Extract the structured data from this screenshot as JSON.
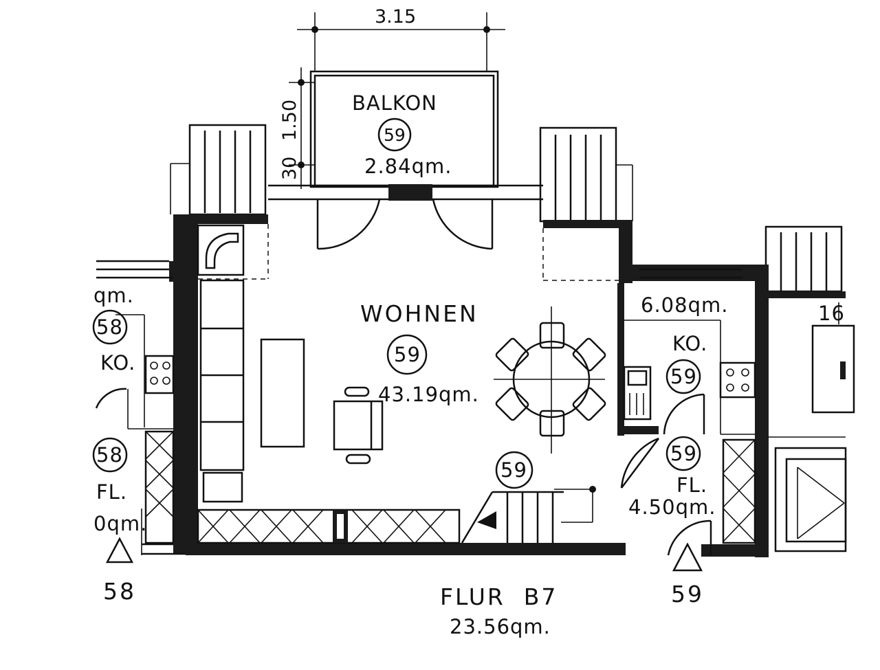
{
  "dimensions": {
    "balcony_width": "3.15",
    "balcony_depth": "1.50",
    "wall_thickness": "30"
  },
  "rooms": {
    "balkon": {
      "name": "BALKON",
      "unit": "59",
      "area": "2.84qm."
    },
    "wohnen": {
      "name": "WOHNEN",
      "unit": "59",
      "area": "43.19qm."
    },
    "kueche": {
      "name": "KO.",
      "unit": "59",
      "area": "6.08qm."
    },
    "flur_small": {
      "name": "FL.",
      "unit": "59",
      "area": "4.50qm."
    },
    "stair_unit": "59",
    "left_unit": {
      "area": "qm.",
      "unit": "58",
      "kitchen": "KO.",
      "unit2": "58",
      "flur": "FL.",
      "flur_area": "0qm."
    },
    "right_unit": {
      "area": "16"
    }
  },
  "corridor": {
    "name": "FLUR  B7",
    "area": "23.56qm."
  },
  "entrances": [
    {
      "number": "58"
    },
    {
      "number": "59"
    }
  ]
}
